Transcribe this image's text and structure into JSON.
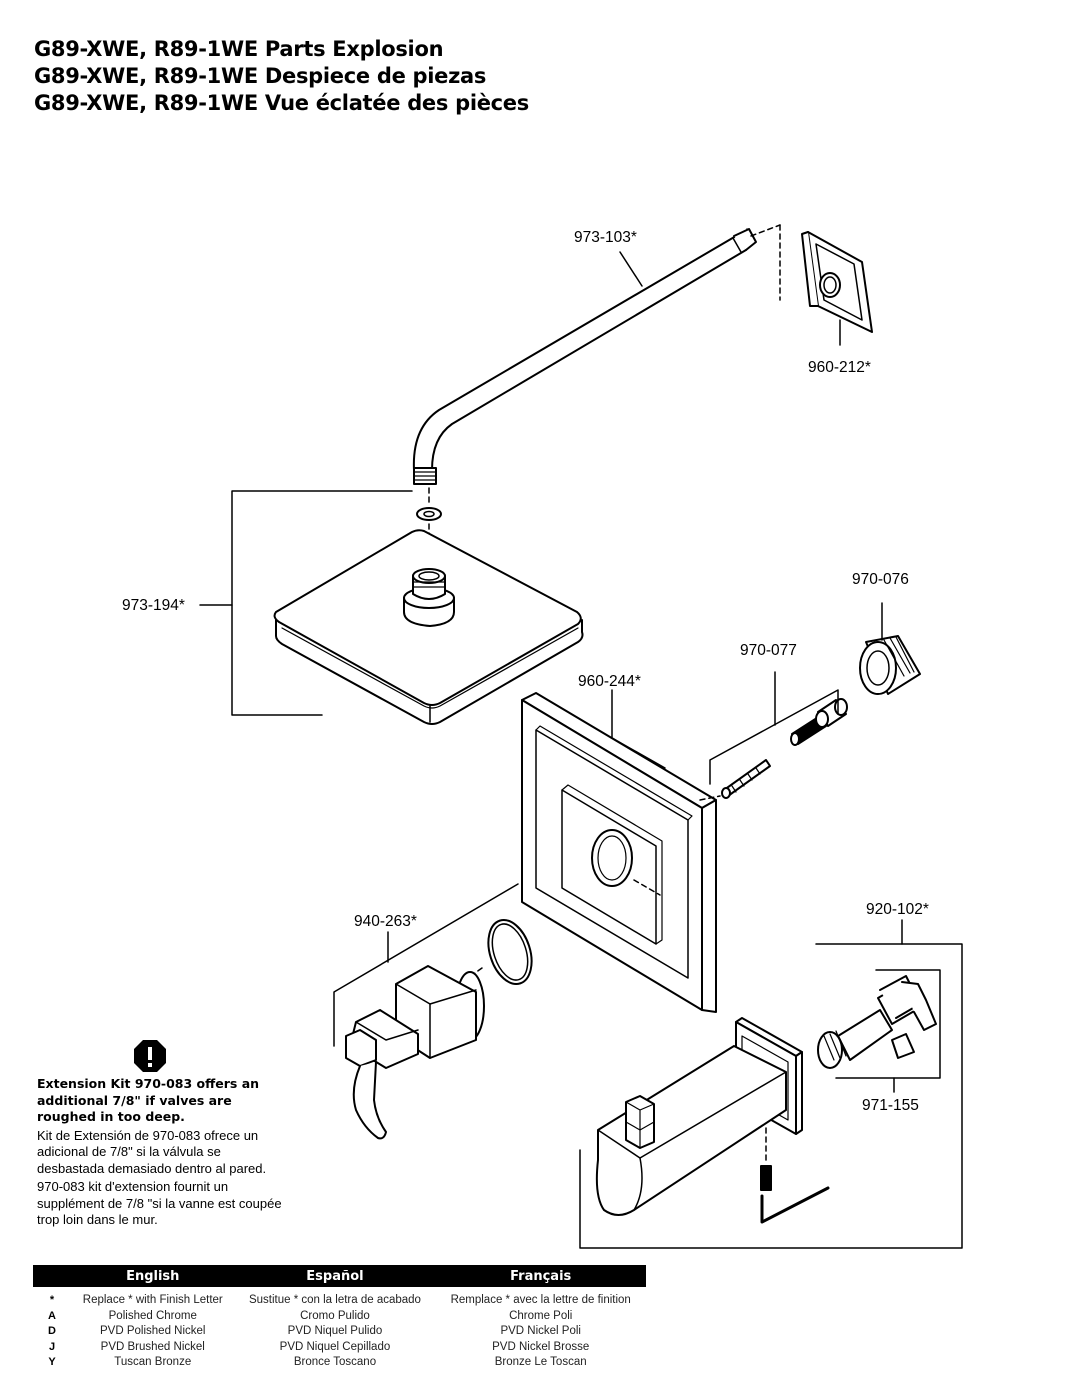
{
  "titles": [
    "G89-XWE, R89-1WE Parts Explosion",
    "G89-XWE, R89-1WE Despiece de piezas",
    "G89-XWE, R89-1WE Vue éclatée des pièces"
  ],
  "callouts": {
    "shower_arm": "973-103*",
    "arm_flange": "960-212*",
    "shower_head": "973-194*",
    "adapter": "970-076",
    "screw_set": "970-077",
    "escutcheon": "960-244*",
    "handle": "940-263*",
    "tub_spout": "920-102*",
    "diverter": "971-155"
  },
  "note": {
    "icon": "exclamation-icon",
    "english": "Extension Kit 970-083 offers an additional 7/8\" if valves are roughed in too deep.",
    "spanish": "Kit de Extensión de 970-083 ofrece un adicional de 7/8\" si la válvula se desbastada demasiado dentro al pared.",
    "french": "970-083 kit d'extension fournit un supplément de 7/8 \"si la vanne est coupée trop loin dans le mur."
  },
  "legend": {
    "headers": [
      "",
      "English",
      "Español",
      "Français"
    ],
    "rows": [
      [
        "*",
        "Replace * with Finish Letter",
        "Sustitue * con la letra de acabado",
        "Remplace * avec la lettre de finition"
      ],
      [
        "A",
        "Polished Chrome",
        "Cromo Pulido",
        "Chrome Poli"
      ],
      [
        "D",
        "PVD Polished Nickel",
        "PVD Niquel Pulido",
        "PVD Nickel Poli"
      ],
      [
        "J",
        "PVD Brushed Nickel",
        "PVD Niquel Cepillado",
        "PVD Nickel Brosse"
      ],
      [
        "Y",
        "Tuscan Bronze",
        "Bronce Toscano",
        "Bronze Le Toscan"
      ]
    ]
  }
}
